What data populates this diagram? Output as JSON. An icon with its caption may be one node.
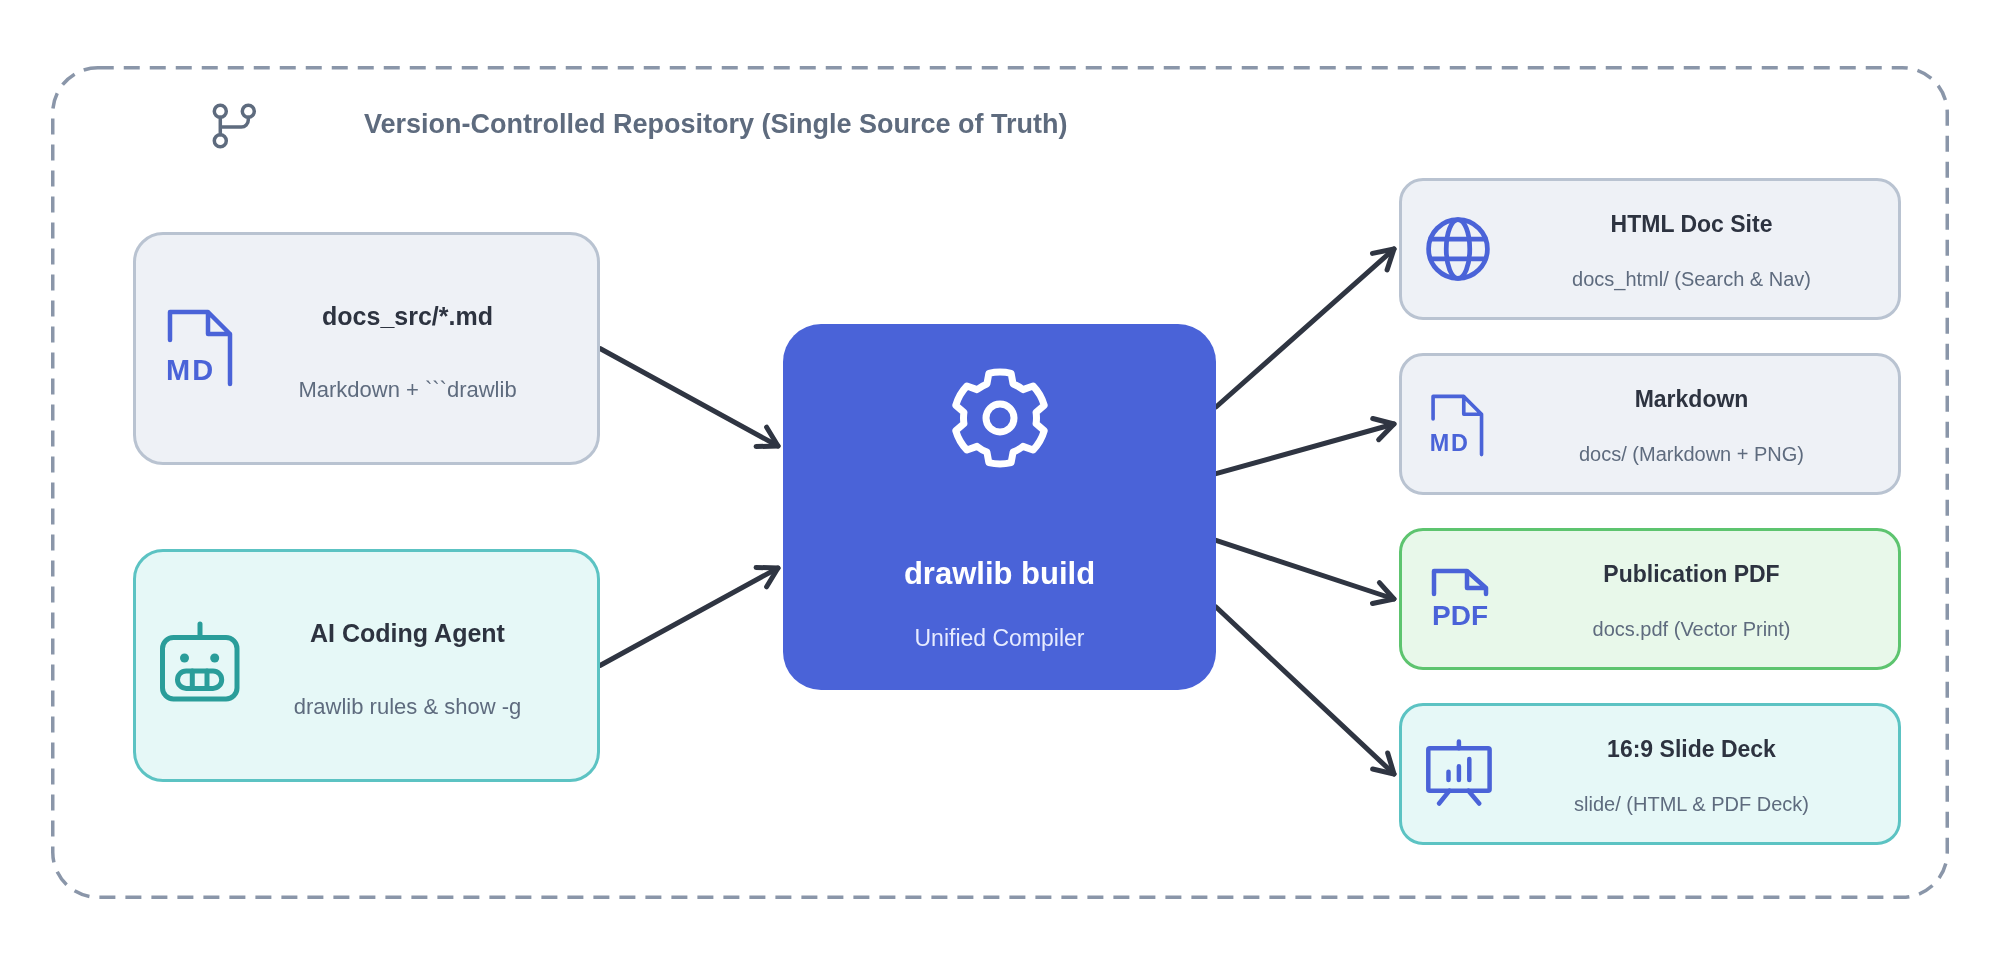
{
  "diagram": {
    "nodes": [
      {
        "text": [
          "Version-Controlled Repository (Single Source of Truth)"
        ]
      },
      {
        "text": [
          "MD",
          "docs_src/*.md",
          "Markdown + ```drawlib"
        ],
        "in": 0
      },
      {
        "text": [
          "AI Coding Agent",
          "drawlib rules & show -g"
        ],
        "in": 0
      },
      {
        "text": [
          "drawlib build",
          "Unified Compiler"
        ],
        "in": 0
      },
      {
        "text": [
          "HTML Doc Site",
          "docs_html/ (Search & Nav)"
        ],
        "in": 0
      },
      {
        "text": [
          "MD",
          "Markdown",
          "docs/ (Markdown + PNG)"
        ],
        "in": 0
      },
      {
        "text": [
          "PDF",
          "Publication PDF",
          "docs.pdf (Vector Print)"
        ],
        "in": 0
      },
      {
        "text": [
          "16:9 Slide Deck",
          "slide/ (HTML & PDF Deck)"
        ],
        "in": 0
      }
    ],
    "edges": [
      {
        "from": 1,
        "to": 3,
        "arrow": "to"
      },
      {
        "from": 2,
        "to": 3,
        "arrow": "to"
      },
      {
        "from": 3,
        "to": 4,
        "arrow": "to"
      },
      {
        "from": 3,
        "to": 5,
        "arrow": "to"
      },
      {
        "from": 3,
        "to": 6,
        "arrow": "to"
      },
      {
        "from": 3,
        "to": 7,
        "arrow": "to"
      }
    ]
  }
}
